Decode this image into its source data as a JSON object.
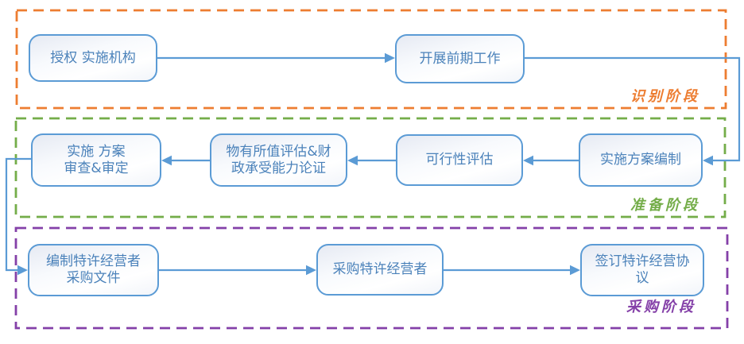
{
  "diagram": {
    "phases": [
      {
        "id": "identify",
        "label": "识别阶段",
        "color": "#ED7D31"
      },
      {
        "id": "prepare",
        "label": "准备阶段",
        "color": "#74AD49"
      },
      {
        "id": "procure",
        "label": "采购阶段",
        "color": "#8440A8"
      }
    ],
    "nodes": {
      "authorize": {
        "label": "授权 实施机构",
        "phase": "识别阶段"
      },
      "preliminary": {
        "label": "开展前期工作",
        "phase": "识别阶段"
      },
      "plan_draft": {
        "label": "实施方案编制",
        "phase": "准备阶段"
      },
      "feasibility": {
        "label": "可行性评估",
        "phase": "准备阶段"
      },
      "vfm": {
        "label": "物有所值评估&财\n政承受能力论证",
        "phase": "准备阶段"
      },
      "plan_review": {
        "label": "实施 方案\n审查&审定",
        "phase": "准备阶段"
      },
      "bid_docs": {
        "label": "编制特许经营者\n采购文件",
        "phase": "采购阶段"
      },
      "procure_operator": {
        "label": "采购特许经营者",
        "phase": "采购阶段"
      },
      "sign_agreement": {
        "label": "签订特许经营协\n议",
        "phase": "采购阶段"
      }
    },
    "edges": [
      {
        "from": "授权 实施机构",
        "to": "开展前期工作"
      },
      {
        "from": "开展前期工作",
        "to": "实施方案编制"
      },
      {
        "from": "实施方案编制",
        "to": "可行性评估"
      },
      {
        "from": "可行性评估",
        "to": "物有所值评估&财政承受能力论证"
      },
      {
        "from": "物有所值评估&财政承受能力论证",
        "to": "实施方案审查&审定"
      },
      {
        "from": "实施方案审查&审定",
        "to": "编制特许经营者采购文件"
      },
      {
        "from": "编制特许经营者采购文件",
        "to": "采购特许经营者"
      },
      {
        "from": "采购特许经营者",
        "to": "签订特许经营协议"
      }
    ],
    "colors": {
      "node_border": "#5B9BD5",
      "node_text": "#4B82BA",
      "connector": "#5B9BD5",
      "phase_identify": "#ED7D31",
      "phase_prepare": "#74AD49",
      "phase_procure": "#8440A8"
    }
  }
}
